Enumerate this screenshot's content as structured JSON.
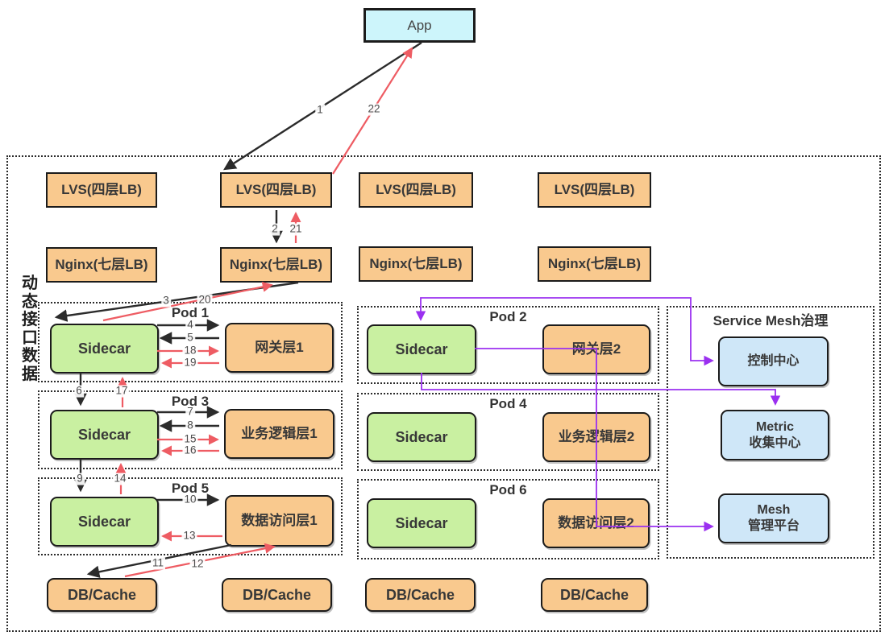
{
  "app_label": "App",
  "side_label": "动态接口数据",
  "load_balancers": {
    "lvs": [
      "LVS(四层LB)",
      "LVS(四层LB)",
      "LVS(四层LB)",
      "LVS(四层LB)"
    ],
    "nginx": [
      "Nginx(七层LB)",
      "Nginx(七层LB)",
      "Nginx(七层LB)",
      "Nginx(七层LB)"
    ]
  },
  "pods": [
    {
      "name": "Pod 1",
      "sidecar": "Sidecar",
      "service": "网关层1"
    },
    {
      "name": "Pod 2",
      "sidecar": "Sidecar",
      "service": "网关层2"
    },
    {
      "name": "Pod 3",
      "sidecar": "Sidecar",
      "service": "业务逻辑层1"
    },
    {
      "name": "Pod 4",
      "sidecar": "Sidecar",
      "service": "业务逻辑层2"
    },
    {
      "name": "Pod 5",
      "sidecar": "Sidecar",
      "service": "数据访问层1"
    },
    {
      "name": "Pod 6",
      "sidecar": "Sidecar",
      "service": "数据访问层2"
    }
  ],
  "service_mesh": {
    "title": "Service Mesh治理",
    "control_center": "控制中心",
    "metric_center": [
      "Metric",
      "收集中心"
    ],
    "mesh_platform": [
      "Mesh",
      "管理平台"
    ]
  },
  "db_caches": [
    "DB/Cache",
    "DB/Cache",
    "DB/Cache",
    "DB/Cache"
  ],
  "flow_labels": {
    "f1": "1",
    "f2": "2",
    "f3": "3",
    "f4": "4",
    "f5": "5",
    "f6": "6",
    "f7": "7",
    "f8": "8",
    "f9": "9",
    "f10": "10",
    "f11": "11",
    "f12": "12",
    "f13": "13",
    "f14": "14",
    "f15": "15",
    "f16": "16",
    "f17": "17",
    "f18": "18",
    "f19": "19",
    "f20": "20",
    "f21": "21",
    "f22": "22"
  },
  "colors": {
    "app_fill": "#cdf5fb",
    "lb_fill": "#f9c98e",
    "sidecar_fill": "#c9f0a1",
    "service_fill": "#f9c98e",
    "mesh_box_fill": "#cfe7f8",
    "arrow_black": "#2b2b2b",
    "arrow_red": "#ee5c63",
    "arrow_purple": "#9b30f0"
  }
}
